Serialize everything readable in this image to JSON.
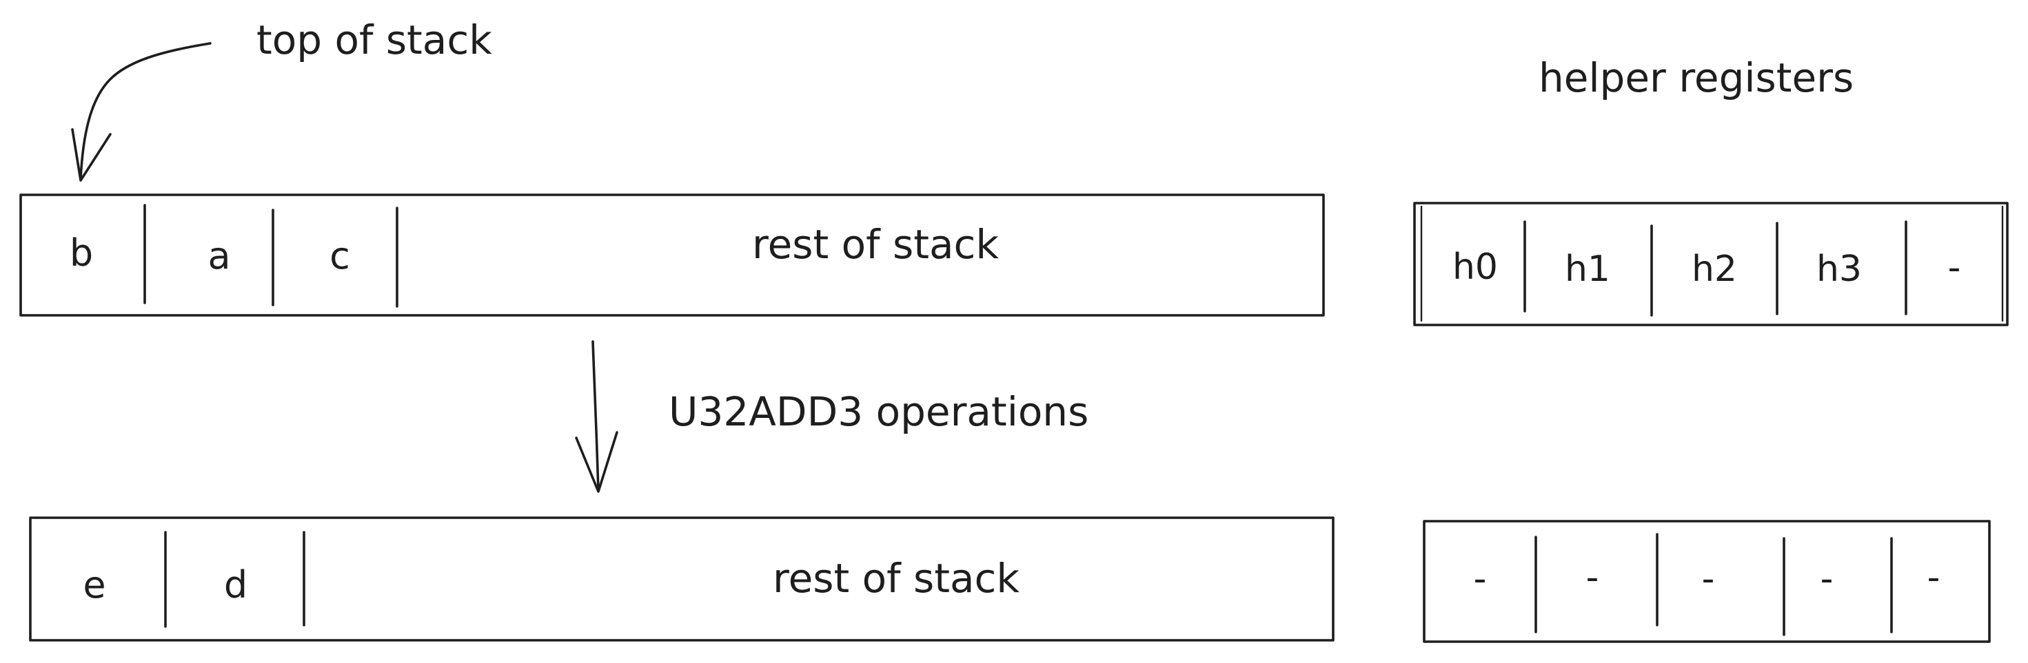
{
  "annotations": {
    "top_of_stack": "top of stack",
    "helper_registers": "helper registers",
    "operation": "U32ADD3 operations"
  },
  "stack_before": {
    "cells": [
      "b",
      "a",
      "c"
    ],
    "rest": "rest of stack"
  },
  "stack_after": {
    "cells": [
      "e",
      "d"
    ],
    "rest": "rest of stack"
  },
  "helpers_before": {
    "cells": [
      "h0",
      "h1",
      "h2",
      "h3",
      "-"
    ]
  },
  "helpers_after": {
    "cells": [
      "-",
      "-",
      "-",
      "-",
      "-"
    ]
  },
  "colors": {
    "ink": "#1e1e1e",
    "background": "#ffffff"
  }
}
